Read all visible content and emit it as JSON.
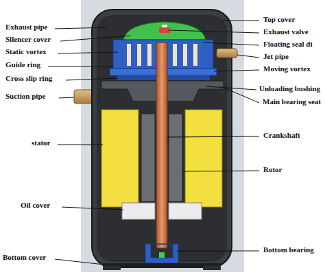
{
  "diagram": {
    "labels": [
      "Exhaust pipe",
      "Silencer cover",
      "Static vortex",
      "Guide ring",
      "Cross slip ring",
      "Suction pipe",
      "stator",
      "Oil cover",
      "Bottom cover",
      "Top cover",
      "Exhaust valve",
      "Floating seal di",
      "Jet pipe",
      "Moving vortex",
      "Unloading bushing",
      "Main bearing seat",
      "Crankshaft",
      "Rotor",
      "Bottom bearing"
    ]
  }
}
